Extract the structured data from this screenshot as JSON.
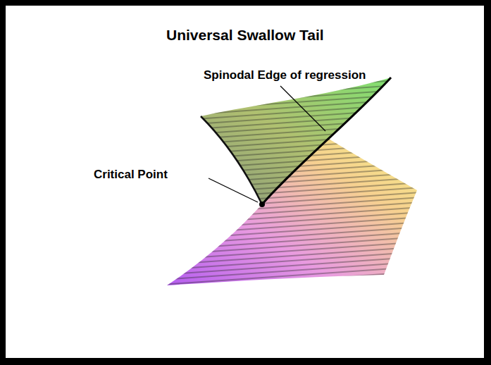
{
  "diagram": {
    "title": "Universal Swallow Tail",
    "labels": [
      "Spinodal Edge of regression",
      "Critical Point"
    ]
  }
}
